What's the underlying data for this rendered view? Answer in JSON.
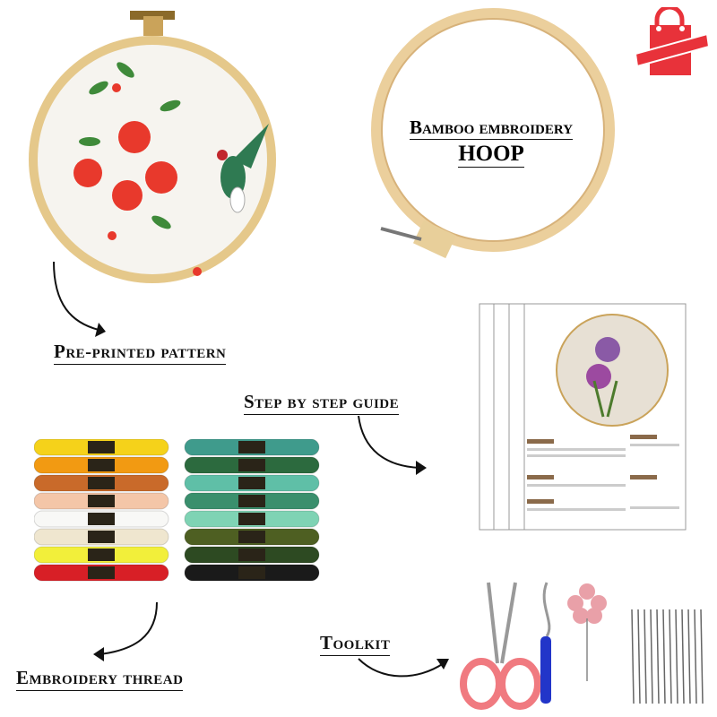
{
  "labels": {
    "hoop_line1": "Bamboo embroidery",
    "hoop_line2": "HOOP",
    "pattern": "Pre-printed pattern",
    "guide": "Step by step guide",
    "thread": "Embroidery thread",
    "toolkit": "Toolkit"
  },
  "colors": {
    "hoop_wood": "#e9cf9a",
    "brand_red": "#e8323a",
    "threads_left": [
      "#f5d21a",
      "#f29a12",
      "#c96a2a",
      "#f4c6a8",
      "#f8f8f6",
      "#efe6cf",
      "#f2ef3a",
      "#d81f26"
    ],
    "threads_right": [
      "#3f9b8c",
      "#2c6a3e",
      "#5fbfa7",
      "#3a8f6d",
      "#7fd3b4",
      "#4e5f22",
      "#2d4a22",
      "#1a1a1a"
    ]
  }
}
